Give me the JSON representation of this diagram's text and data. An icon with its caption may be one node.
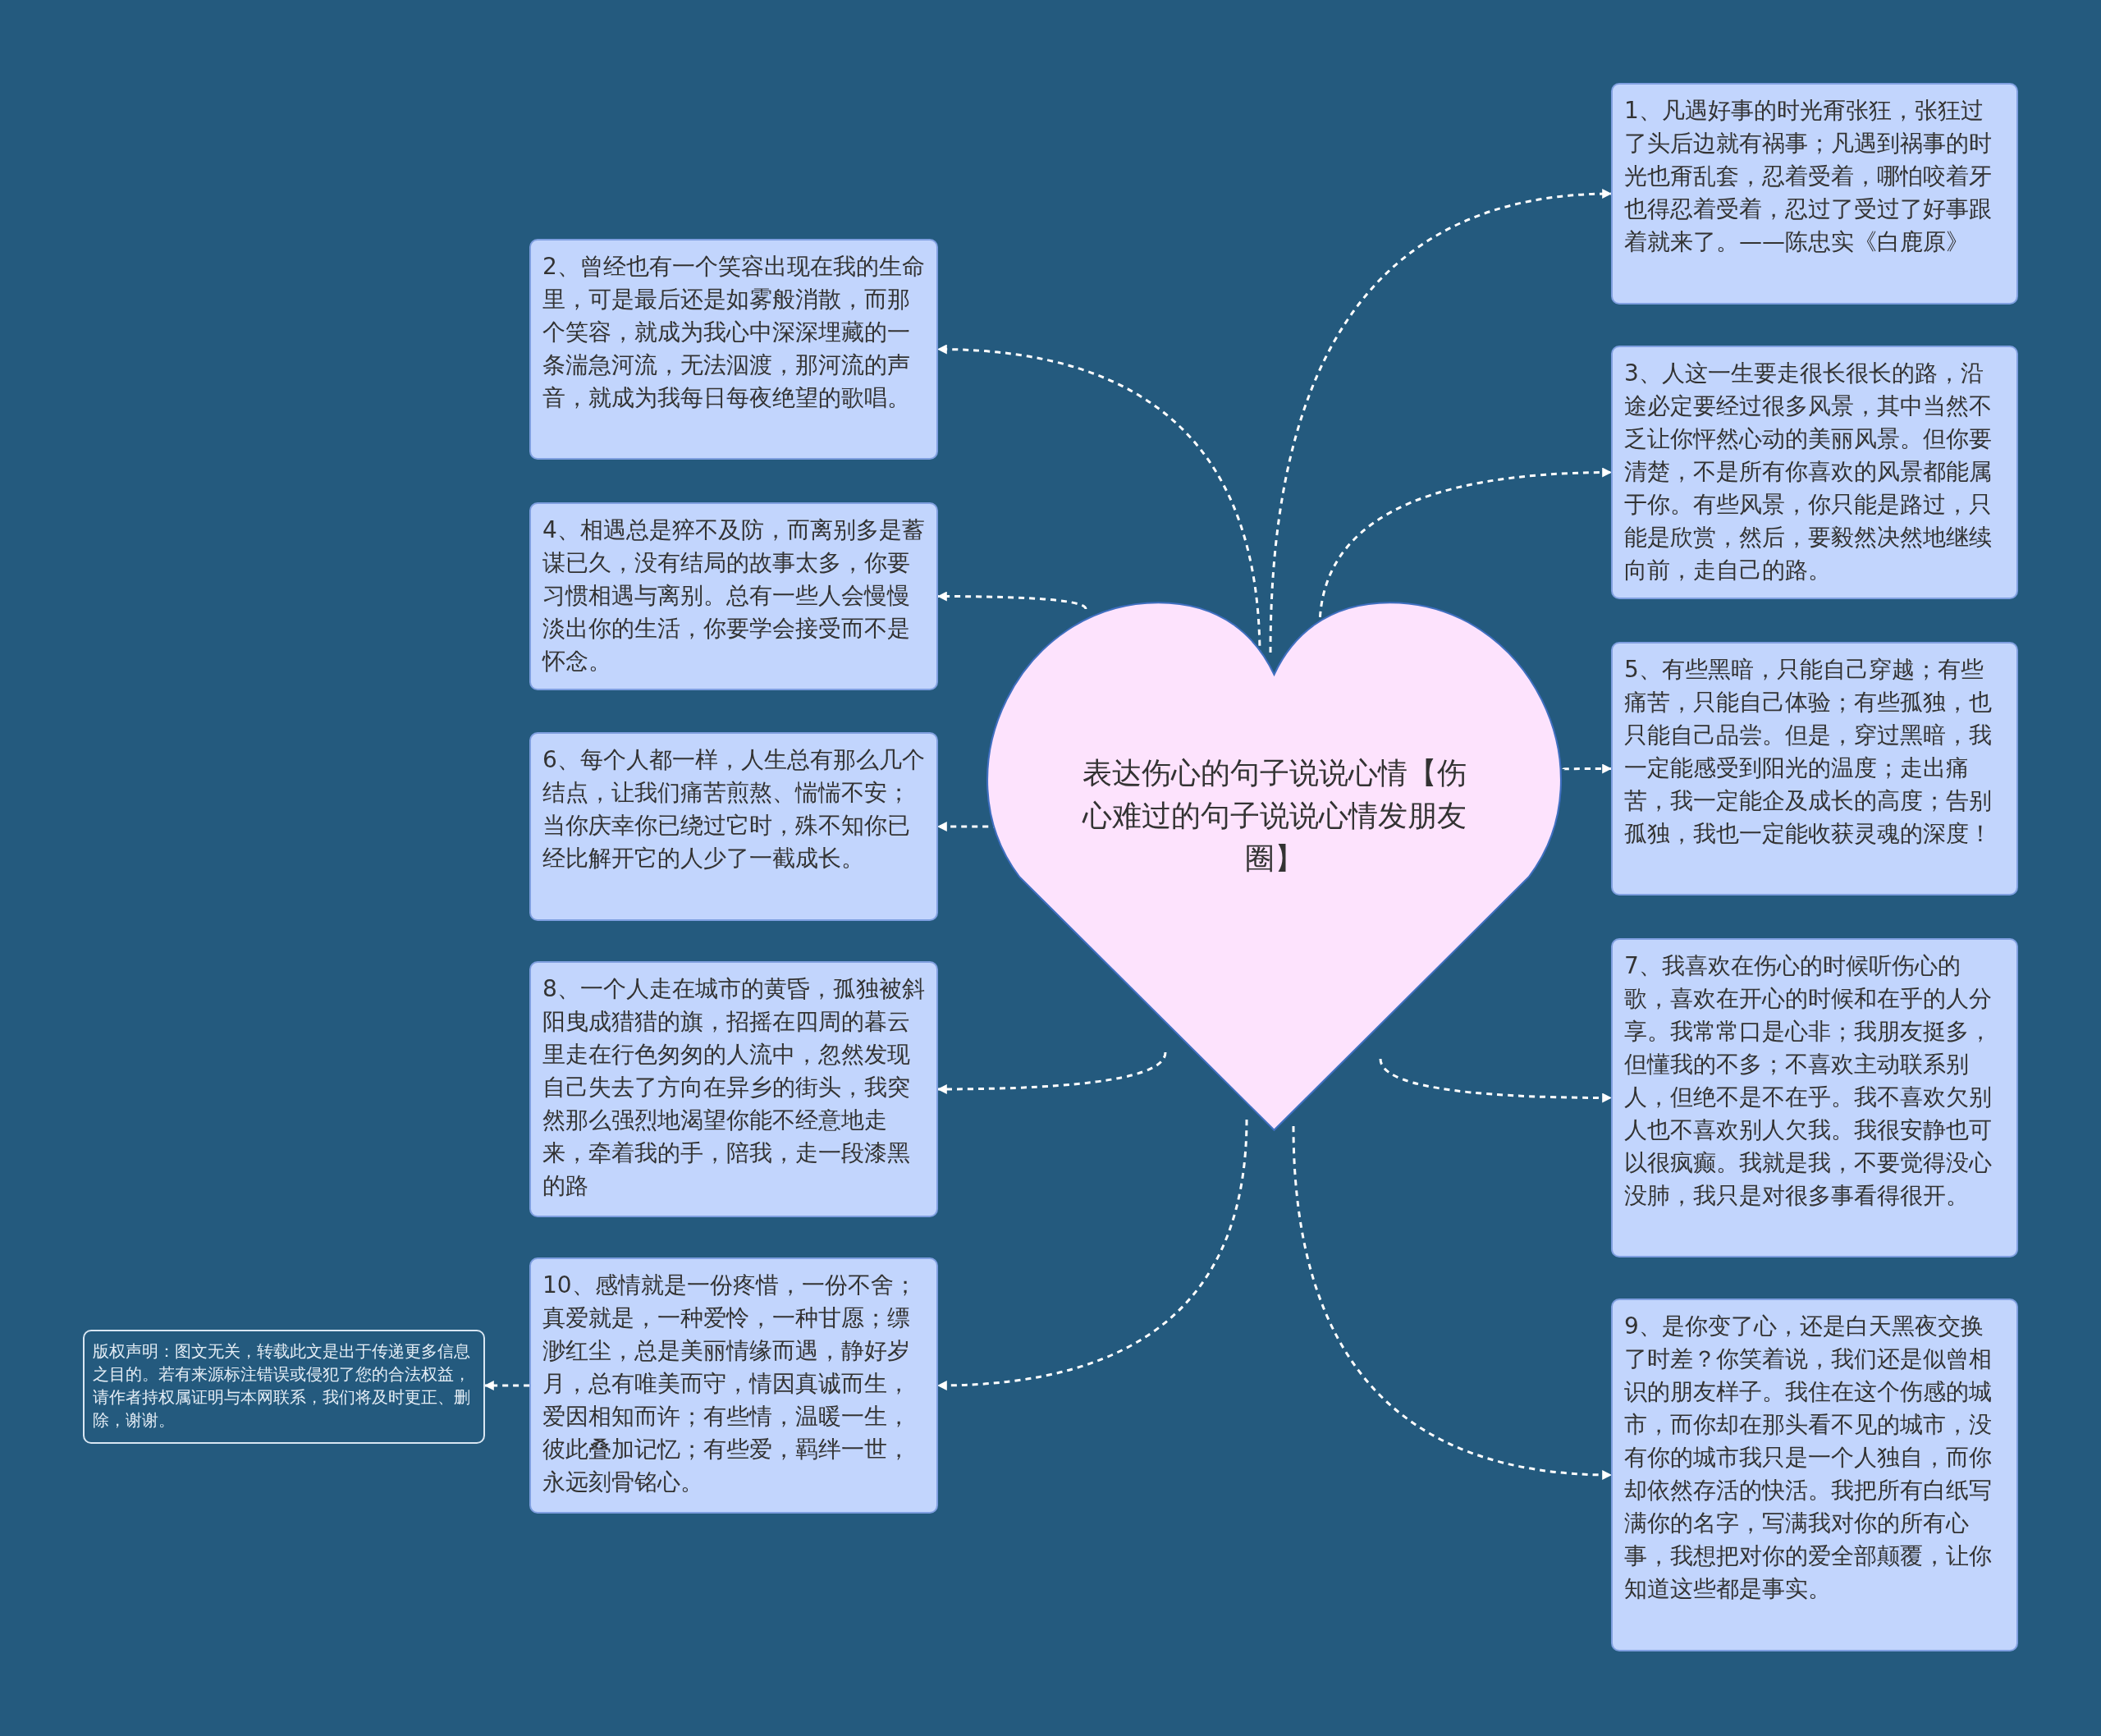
{
  "diagram": {
    "nodes": [
      {
        "text": [
          "表达伤心的句子说说心情【伤心难过的句子说说心情发朋友圈】"
        ]
      },
      {
        "text": [
          "1、凡遇好事的时光甭张狂，张狂过了头后边就有祸事；凡遇到祸事的时光也甭乱套，忍着受着，哪怕咬着牙也得忍着受着，忍过了受过了好事跟着就来了。——陈忠实《白鹿原》"
        ]
      },
      {
        "text": [
          "2、曾经也有一个笑容出现在我的生命里，可是最后还是如雾般消散，而那个笑容，就成为我心中深深埋藏的一条湍急河流，无法泅渡，那河流的声音，就成为我每日每夜绝望的歌唱。"
        ]
      },
      {
        "text": [
          "3、人这一生要走很长很长的路，沿途必定要经过很多风景，其中当然不乏让你怦然心动的美丽风景。但你要清楚，不是所有你喜欢的风景都能属于你。有些风景，你只能是路过，只能是欣赏，然后，要毅然决然地继续向前，走自己的路。"
        ]
      },
      {
        "text": [
          "4、相遇总是猝不及防，而离别多是蓄谋已久，没有结局的故事太多，你要习惯相遇与离别。总有一些人会慢慢淡出你的生活，你要学会接受而不是怀念。"
        ]
      },
      {
        "text": [
          "5、有些黑暗，只能自己穿越；有些痛苦，只能自己体验；有些孤独，也只能自己品尝。但是，穿过黑暗，我一定能感受到阳光的温度；走出痛苦，我一定能企及成长的高度；告别孤独，我也一定能收获灵魂的深度！"
        ]
      },
      {
        "text": [
          "6、每个人都一样，人生总有那么几个结点，让我们痛苦煎熬、惴惴不安；当你庆幸你已绕过它时，殊不知你已经比解开它的人少了一截成长。"
        ]
      },
      {
        "text": [
          "7、我喜欢在伤心的时候听伤心的歌，喜欢在开心的时候和在乎的人分享。我常常口是心非；我朋友挺多，但懂我的不多；不喜欢主动联系别人，但绝不是不在乎。我不喜欢欠别人也不喜欢别人欠我。我很安静也可以很疯癫。我就是我，不要觉得没心没肺，我只是对很多事看得很开。"
        ]
      },
      {
        "text": [
          "8、一个人走在城市的黄昏，孤独被斜阳曳成猎猎的旗，招摇在四周的暮云里走在行色匆匆的人流中，忽然发现自己失去了方向在异乡的街头，我突然那么强烈地渴望你能不经意地走来，牵着我的手，陪我，走一段漆黑的路"
        ]
      },
      {
        "text": [
          "9、是你变了心，还是白天黑夜交换了时差？你笑着说，我们还是似曾相识的朋友样子。我住在这个伤感的城市，而你却在那头看不见的城市，没有你的城市我只是一个人独自，而你却依然存活的快活。我把所有白纸写满你的名字，写满我对你的所有心事，我想把对你的爱全部颠覆，让你知道这些都是事实。"
        ]
      },
      {
        "text": [
          "10、感情就是一份疼惜，一份不舍；真爱就是，一种爱怜，一种甘愿；缥渺红尘，总是美丽情缘而遇，静好岁月，总有唯美而守，情因真诚而生，爱因相知而许；有些情，温暖一生，彼此叠加记忆；有些爱，羁绊一世，永远刻骨铭心。"
        ]
      },
      {
        "text": [
          "版权声明：图文无关，转载此文是出于传递更多信息之目的。若有来源标注错误或侵犯了您的合法权益，请作者持权属证明与本网联系，我们将及时更正、删除，谢谢。"
        ]
      }
    ],
    "edges": [
      {
        "from": 0,
        "to": 1,
        "arrow": "to"
      },
      {
        "from": 0,
        "to": 2,
        "arrow": "to"
      },
      {
        "from": 0,
        "to": 3,
        "arrow": "to"
      },
      {
        "from": 0,
        "to": 4,
        "arrow": "to"
      },
      {
        "from": 0,
        "to": 5,
        "arrow": "to"
      },
      {
        "from": 0,
        "to": 6,
        "arrow": "to"
      },
      {
        "from": 0,
        "to": 7,
        "arrow": "to"
      },
      {
        "from": 0,
        "to": 8,
        "arrow": "to"
      },
      {
        "from": 0,
        "to": 9,
        "arrow": "to"
      },
      {
        "from": 0,
        "to": 10,
        "arrow": "to"
      },
      {
        "from": 10,
        "to": 11,
        "arrow": "to"
      }
    ]
  }
}
